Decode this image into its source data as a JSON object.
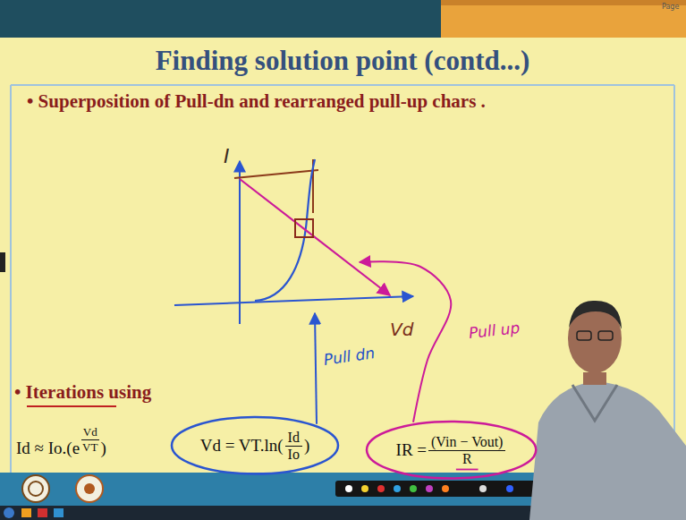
{
  "diagram": {
    "title": "Finding solution point (contd...)",
    "nodes": [
      {
        "text": [
          "Vd = VT.ln(",
          "Id",
          "Io",
          ")"
        ]
      },
      {
        "text": [
          "IR =",
          "(Vin − Vout)",
          "R"
        ]
      }
    ],
    "labels": [
      "Page",
      "• Superposition of Pull-dn and rearranged pull-up chars .",
      "I",
      "Vd",
      "Pull dn",
      "Pull up",
      "• Iterations using",
      "Id ≈ Io.(e",
      "Vd",
      "VT",
      ")"
    ]
  }
}
